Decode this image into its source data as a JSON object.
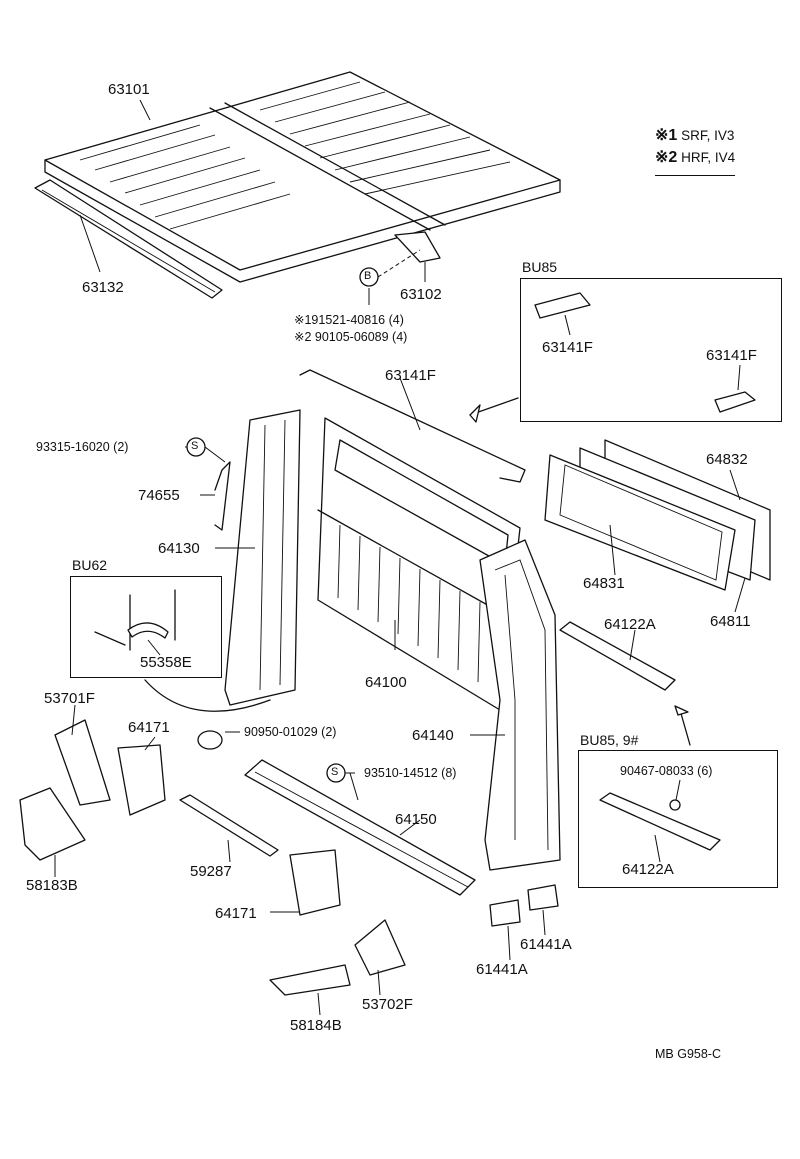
{
  "legend": {
    "row1_mark": "※1",
    "row1_text": "SRF, IV3",
    "row2_mark": "※2",
    "row2_text": "HRF, IV4"
  },
  "parts": {
    "p63101": "63101",
    "p63132": "63132",
    "p63102": "63102",
    "screw_b_1": "※191521-40816 (4)",
    "screw_b_2": "※2 90105-06089 (4)",
    "circle_b": "B",
    "p63141f_main": "63141F",
    "p93315": "93315-16020 (2)",
    "p74655": "74655",
    "p64130": "64130",
    "p55358e": "55358E",
    "p64100": "64100",
    "p64832": "64832",
    "p64831": "64831",
    "p64811": "64811",
    "p64122a_top": "64122A",
    "p53701f": "53701F",
    "p64171_a": "64171",
    "p90950": "90950-01029 (2)",
    "p93510": "93510-14512 (8)",
    "p64140": "64140",
    "p64150": "64150",
    "p58183b": "58183B",
    "p59287": "59287",
    "p64171_b": "64171",
    "p53702f": "53702F",
    "p58184b": "58184B",
    "p61441a_a": "61441A",
    "p61441a_b": "61441A",
    "p90467": "90467-08033 (6)",
    "p64122a_box": "64122A",
    "circle_s1": "S",
    "circle_s2": "S"
  },
  "insets": {
    "bu85_top": {
      "title": "BU85",
      "label_a": "63141F",
      "label_b": "63141F"
    },
    "bu62": {
      "title": "BU62"
    },
    "bu85_bottom": {
      "title": "BU85, 9#"
    }
  },
  "footer": {
    "code": "MB G958-C"
  }
}
